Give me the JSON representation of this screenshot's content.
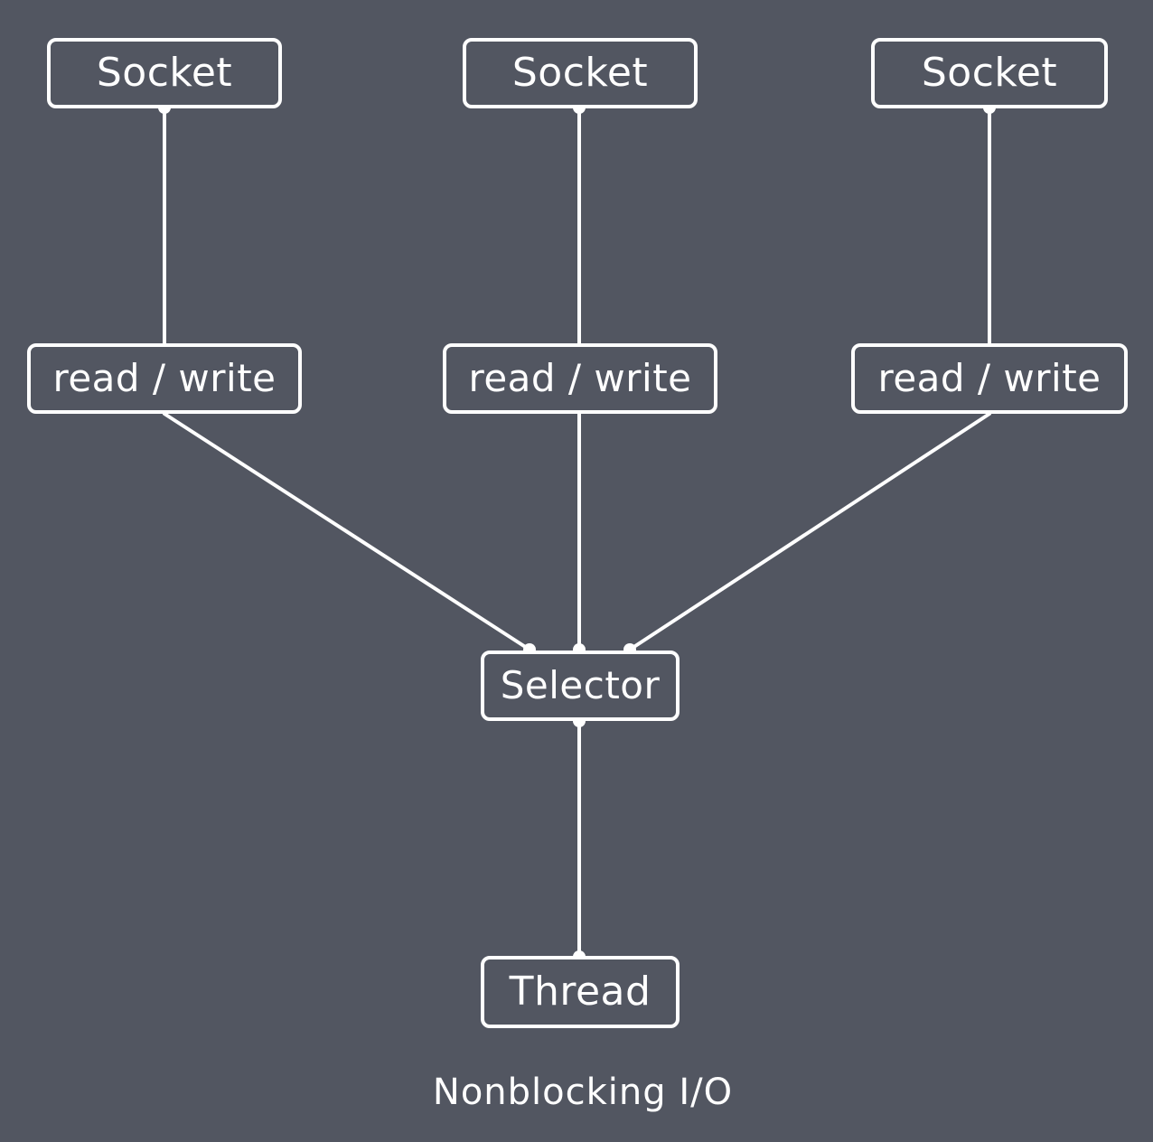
{
  "diagram": {
    "sockets": [
      {
        "label": "Socket"
      },
      {
        "label": "Socket"
      },
      {
        "label": "Socket"
      }
    ],
    "channels": [
      {
        "label": "read / write"
      },
      {
        "label": "read / write"
      },
      {
        "label": "read / write"
      }
    ],
    "selector": {
      "label": "Selector"
    },
    "thread": {
      "label": "Thread"
    },
    "caption": "Nonblocking I/O",
    "colors": {
      "background": "#525661",
      "stroke": "#ffffff",
      "text": "#ffffff"
    },
    "edges": [
      {
        "from": "socket-1",
        "to": "rw-1"
      },
      {
        "from": "socket-2",
        "to": "rw-2"
      },
      {
        "from": "socket-3",
        "to": "rw-3"
      },
      {
        "from": "rw-1",
        "to": "selector"
      },
      {
        "from": "rw-2",
        "to": "selector"
      },
      {
        "from": "rw-3",
        "to": "selector"
      },
      {
        "from": "selector",
        "to": "thread"
      }
    ]
  }
}
